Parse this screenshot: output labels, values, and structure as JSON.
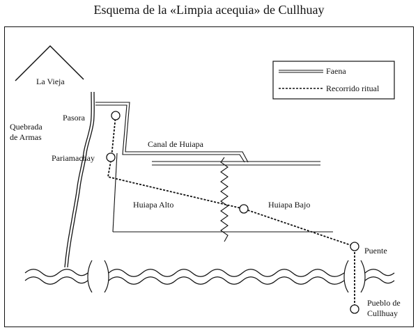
{
  "title": "Esquema de la «Limpia acequia» de Cullhuay",
  "legend": {
    "faena": "Faena",
    "ritual": "Recorrido ritual"
  },
  "labels": {
    "la_vieja": "La Vieja",
    "pasora": "Pasora",
    "quebrada_line1": "Quebrada",
    "quebrada_line2": "de Armas",
    "pariamachay": "Pariamachay",
    "canal_huiapa": "Canal de Huiapa",
    "huiapa_alto": "Huiapa Alto",
    "huiapa_bajo": "Huiapa Bajo",
    "puente": "Puente",
    "pueblo_line1": "Pueblo de",
    "pueblo_line2": "Cullhuay"
  }
}
